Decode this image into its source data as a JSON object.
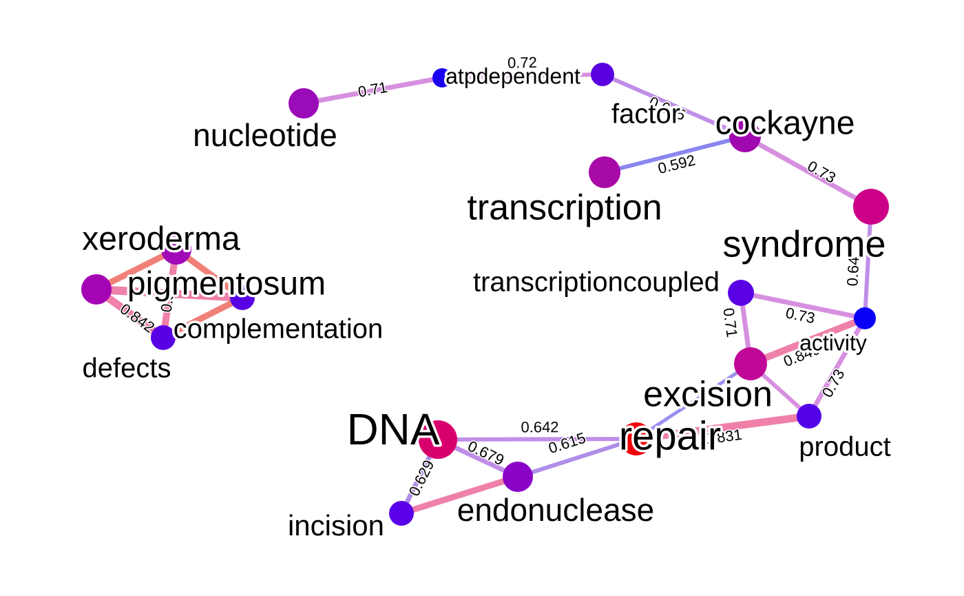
{
  "network": {
    "nodes": [
      {
        "id": "nucleotide",
        "label": "nucleotide",
        "color": "#9a0cb8"
      },
      {
        "id": "atpdependent",
        "label": "atpdependent",
        "color": "#1a00ee"
      },
      {
        "id": "factor",
        "label": "factor",
        "color": "#5a00e0"
      },
      {
        "id": "cockayne",
        "label": "cockayne",
        "color": "#a008b0"
      },
      {
        "id": "transcription",
        "label": "transcription",
        "color": "#a80aa8"
      },
      {
        "id": "syndrome",
        "label": "syndrome",
        "color": "#cc0088"
      },
      {
        "id": "transcriptioncoupled",
        "label": "transcriptioncoupled",
        "color": "#5a00e4"
      },
      {
        "id": "activity",
        "label": "activity",
        "color": "#0a00f8"
      },
      {
        "id": "excision",
        "label": "excision",
        "color": "#c00898"
      },
      {
        "id": "repair",
        "label": "repair",
        "color": "#ee0008"
      },
      {
        "id": "product",
        "label": "product",
        "color": "#5200e8"
      },
      {
        "id": "DNA",
        "label": "DNA",
        "color": "#d8006c"
      },
      {
        "id": "endonuclease",
        "label": "endonuclease",
        "color": "#8a04c8"
      },
      {
        "id": "incision",
        "label": "incision",
        "color": "#5a00ea"
      },
      {
        "id": "xeroderma",
        "label": "xeroderma",
        "color": "#a008b8"
      },
      {
        "id": "pigmentosum",
        "label": "pigmentosum",
        "color": "#a404b4"
      },
      {
        "id": "complementation",
        "label": "complementation",
        "color": "#5800e4"
      },
      {
        "id": "defects",
        "label": "defects",
        "color": "#5800e4"
      }
    ],
    "edges": [
      {
        "source": "nucleotide",
        "target": "atpdependent",
        "label": "0.71",
        "color": "#d690df"
      },
      {
        "source": "atpdependent",
        "target": "factor",
        "label": "0.72",
        "color": "#d690df"
      },
      {
        "source": "factor",
        "target": "cockayne",
        "label": "0.645",
        "color": "#c08ee8"
      },
      {
        "source": "cockayne",
        "target": "transcription",
        "label": "0.592",
        "color": "#8a86f0"
      },
      {
        "source": "cockayne",
        "target": "syndrome",
        "label": "0.73",
        "color": "#d690df"
      },
      {
        "source": "syndrome",
        "target": "activity",
        "label": "0.64",
        "color": "#c08ee8"
      },
      {
        "source": "transcriptioncoupled",
        "target": "activity",
        "label": "0.73",
        "color": "#d690df"
      },
      {
        "source": "transcriptioncoupled",
        "target": "excision",
        "label": "0.71",
        "color": "#d690df"
      },
      {
        "source": "activity",
        "target": "excision",
        "label": "0.849",
        "color": "#ee80aa"
      },
      {
        "source": "activity",
        "target": "product",
        "label": "0.73",
        "color": "#d690df"
      },
      {
        "source": "excision",
        "target": "product",
        "label": "",
        "color": "#d690df"
      },
      {
        "source": "excision",
        "target": "repair",
        "label": "",
        "color": "#9a90f0"
      },
      {
        "source": "repair",
        "target": "product",
        "label": "0.831",
        "color": "#ee80aa"
      },
      {
        "source": "DNA",
        "target": "repair",
        "label": "0.642",
        "color": "#c08ee8"
      },
      {
        "source": "DNA",
        "target": "endonuclease",
        "label": "0.679",
        "color": "#c08ee8"
      },
      {
        "source": "endonuclease",
        "target": "repair",
        "label": "0.615",
        "color": "#b08ee8"
      },
      {
        "source": "DNA",
        "target": "incision",
        "label": "0.629",
        "color": "#b08ee8"
      },
      {
        "source": "incision",
        "target": "endonuclease",
        "label": "",
        "color": "#ee80aa"
      },
      {
        "source": "xeroderma",
        "target": "pigmentosum",
        "label": "",
        "color": "#f08078"
      },
      {
        "source": "xeroderma",
        "target": "complementation",
        "label": "",
        "color": "#f08078"
      },
      {
        "source": "pigmentosum",
        "target": "complementation",
        "label": "",
        "color": "#ee80aa"
      },
      {
        "source": "pigmentosum",
        "target": "defects",
        "label": "0.842",
        "color": "#ee80aa"
      },
      {
        "source": "complementation",
        "target": "defects",
        "label": "",
        "color": "#f08078"
      },
      {
        "source": "xeroderma",
        "target": "defects",
        "label": "0.842",
        "color": "#ee80aa"
      }
    ]
  }
}
